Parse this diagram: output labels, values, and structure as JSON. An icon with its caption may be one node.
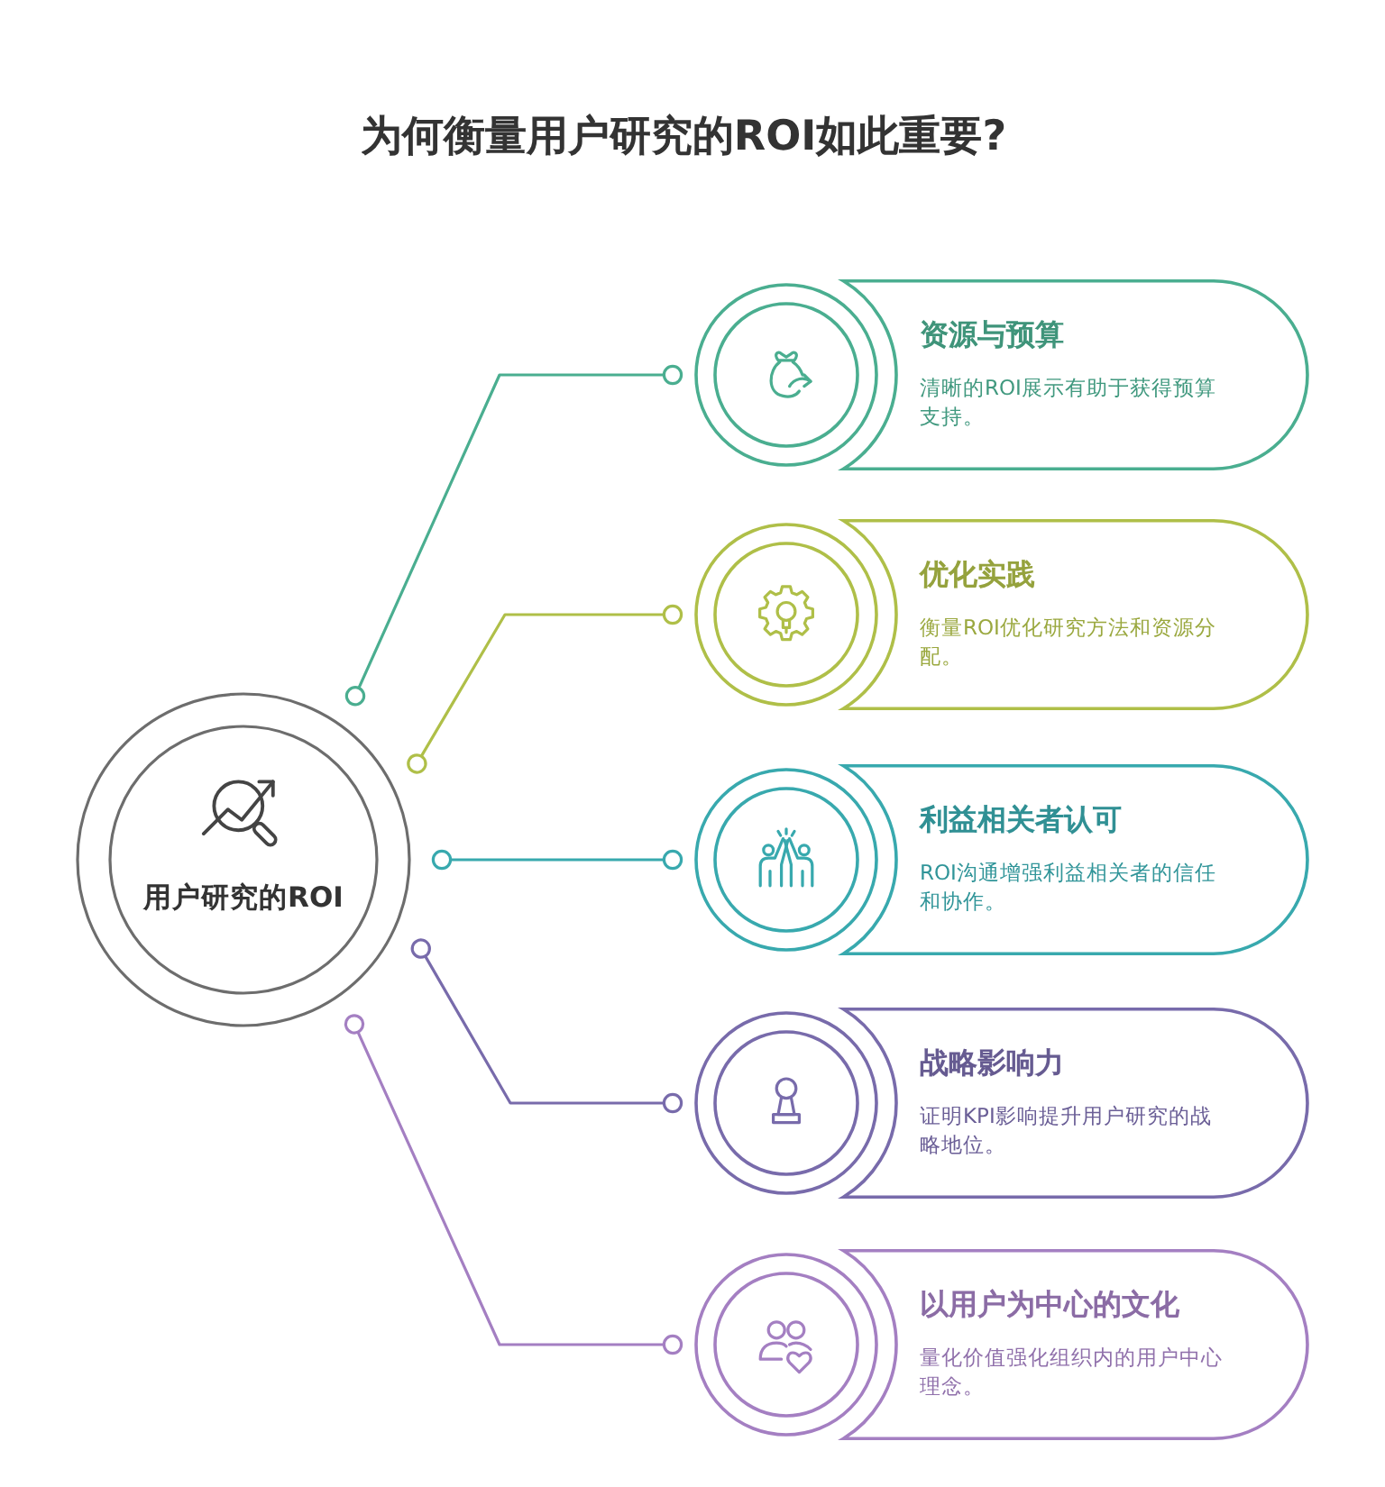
{
  "diagram": {
    "title": "为何衡量用户研究的ROI如此重要?",
    "nodes": [
      {
        "text": [
          "用户研究的ROI"
        ]
      },
      {
        "text": [
          "资源与预算",
          "清晰的ROI展示有助于获得预算支持。"
        ]
      },
      {
        "text": [
          "优化实践",
          "衡量ROI优化研究方法和资源分配。"
        ]
      },
      {
        "text": [
          "利益相关者认可",
          "ROI沟通增强利益相关者的信任和协作。"
        ]
      },
      {
        "text": [
          "战略影响力",
          "证明KPI影响提升用户研究的战略地位。"
        ]
      },
      {
        "text": [
          "以用户为中心的文化",
          "量化价值强化组织内的用户中心理念。"
        ]
      }
    ],
    "edges": [
      {
        "from": 0,
        "to": 1,
        "arrow": "other",
        "color": "#4aae90"
      },
      {
        "from": 0,
        "to": 2,
        "arrow": "other",
        "color": "#afbf48"
      },
      {
        "from": 0,
        "to": 3,
        "arrow": "other",
        "color": "#38a9ae"
      },
      {
        "from": 0,
        "to": 4,
        "arrow": "other",
        "color": "#786bab"
      },
      {
        "from": 0,
        "to": 5,
        "arrow": "other",
        "color": "#a47fc2"
      }
    ]
  }
}
